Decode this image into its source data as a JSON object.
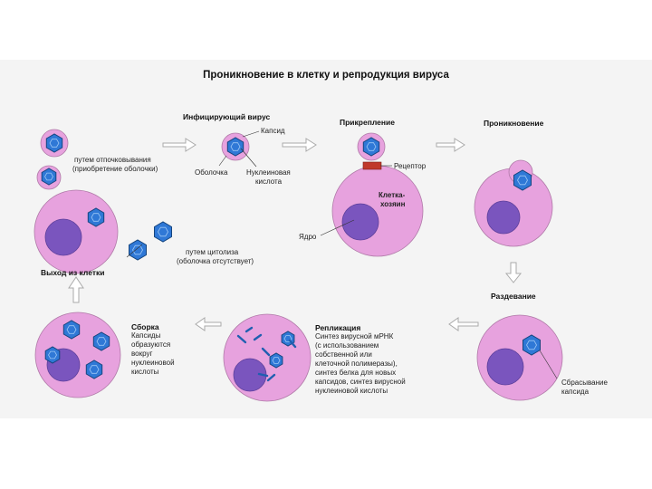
{
  "title": "Проникновение в клетку и репродукция вируса",
  "stages": {
    "infecting_virus": "Инфицирующий вирус",
    "attachment": "Прикрепление",
    "penetration": "Проникновение",
    "uncoating": "Раздевание",
    "replication": "Репликация",
    "assembly": "Сборка",
    "exit": "Выход из клетки"
  },
  "labels": {
    "capsid": "Капсид",
    "envelope": "Оболочка",
    "nucleic_acid_1": "Нуклеиновая",
    "nucleic_acid_2": "кислота",
    "receptor": "Рецептор",
    "host_cell_1": "Клетка-",
    "host_cell_2": "хозяин",
    "nucleus": "Ядро",
    "budding_1": "путем отпочковывания",
    "budding_2": "(приобретение оболочки)",
    "lysis_1": "путем цитолиза",
    "lysis_2": "(оболочка отсутствует)",
    "capsid_shedding_1": "Сбрасывание",
    "capsid_shedding_2": "капсида"
  },
  "replication_text": [
    "Синтез вирусной мРНК",
    "(с использованием",
    "собственной или",
    "клеточной полимеразы),",
    "синтез белка для новых",
    "капсидов, синтез вирусной",
    "нуклеиновой кислоты"
  ],
  "assembly_text": [
    "Капсиды",
    "образуются",
    "вокруг",
    "нуклеиновой",
    "кислоты"
  ],
  "colors": {
    "cell": "#e7a2de",
    "cell_edge": "#b07aa8",
    "nucleus": "#7a55be",
    "nucleus_edge": "#5c3f9a",
    "virus": "#2f78d6",
    "virus_edge": "#15457e",
    "arrow": "#cccccc",
    "receptor": "#c0392b"
  }
}
